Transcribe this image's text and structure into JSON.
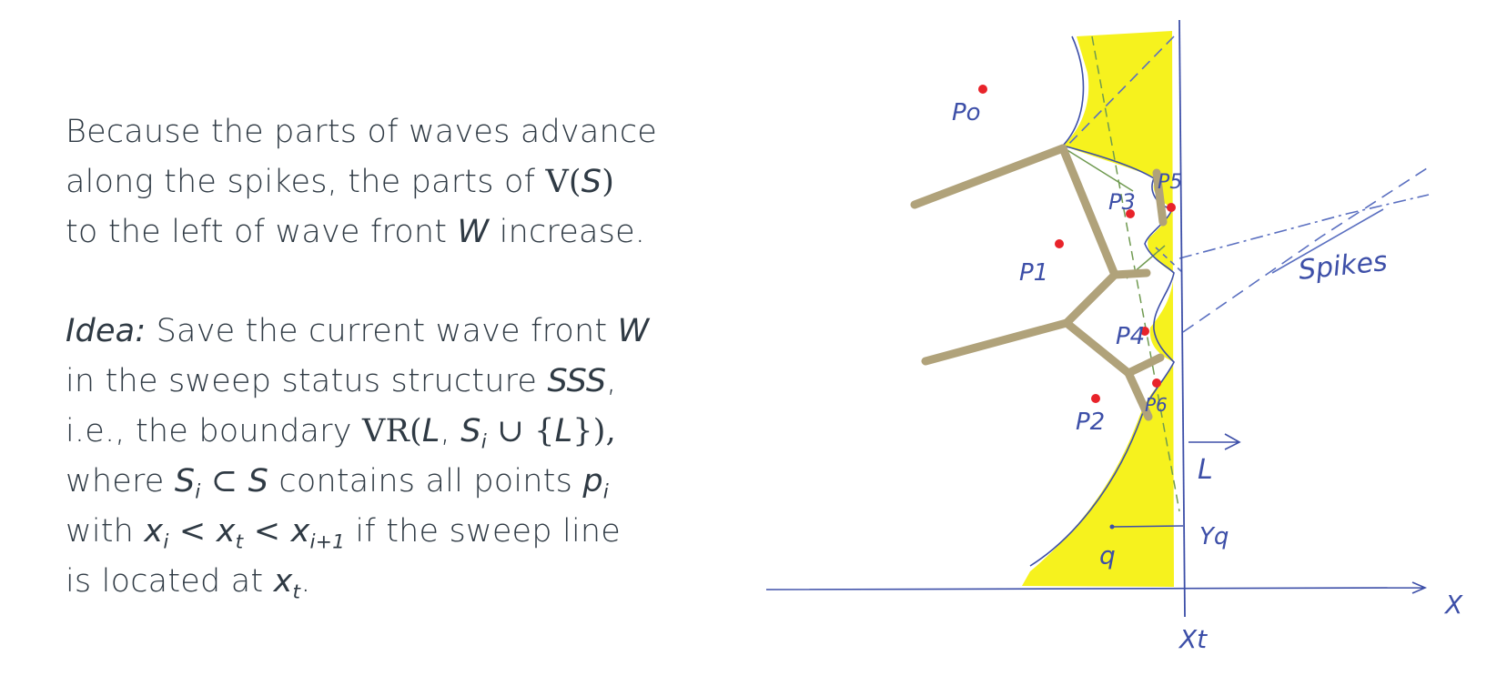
{
  "text": {
    "p1": {
      "line1": "Because the parts of waves advance",
      "line2_a": "along the spikes, the parts of ",
      "line2_math": "V(",
      "line2_var": "S",
      "line2_close": ")",
      "line3_a": "to the left of wave front ",
      "line3_var": "W",
      "line3_b": " increase."
    },
    "p2": {
      "idea_label": "Idea:",
      "line1_a": " Save the current wave front ",
      "line1_var": "W",
      "line2_a": "in the sweep status structure ",
      "line2_var": "SSS",
      "line2_b": ",",
      "line3_a": "i.e., the boundary ",
      "line3_vr": "VR(",
      "line3_L": "L",
      "line3_comma": ", ",
      "line3_S": "S",
      "line3_sub": "i",
      "line3_union": " ∪ {",
      "line3_L2": "L",
      "line3_end": "}),",
      "line4_a": "where ",
      "line4_S": "S",
      "line4_sub": "i",
      "line4_subset": " ⊂ ",
      "line4_S2": "S",
      "line4_b": " contains all points ",
      "line4_p": "p",
      "line4_psub": "i",
      "line5_a": "with ",
      "line5_x": "x",
      "line5_xsub": "i",
      "line5_lt": " < ",
      "line5_xt": "x",
      "line5_tsub": "t",
      "line5_lt2": " < ",
      "line5_xi1": "x",
      "line5_i1sub": "i+1",
      "line5_b": " if the sweep line",
      "line6_a": "is located at ",
      "line6_x": "x",
      "line6_sub": "t",
      "line6_b": "."
    }
  },
  "figure": {
    "labels": {
      "p0": "Po",
      "p1": "P1",
      "p2": "P2",
      "p3": "P3",
      "p4": "P4",
      "p5": "P5",
      "p6": "P6",
      "spikes": "Spikes",
      "L": "L",
      "q": "q",
      "yq": "Yq",
      "x_axis": "X",
      "xt": "Xt"
    },
    "colors": {
      "region": "#f6f21e",
      "voronoi_edges": "#b0a27a",
      "ink": "#3d4fa8",
      "sites": "#e8232a",
      "spikes": "#5a6fc0",
      "green": "#6f9a50"
    }
  }
}
